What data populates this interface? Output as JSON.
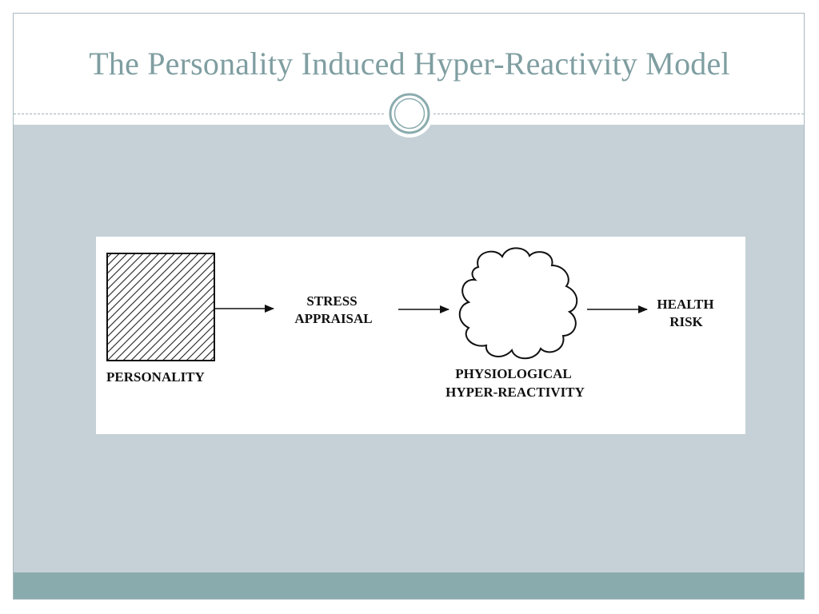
{
  "slide": {
    "title": "The Personality Induced Hyper-Reactivity Model"
  },
  "diagram": {
    "nodes": {
      "personality": "PERSONALITY",
      "stress_line1": "STRESS",
      "stress_line2": "APPRAISAL",
      "physio_line1": "PHYSIOLOGICAL",
      "physio_line2": "HYPER-REACTIVITY",
      "health_line1": "HEALTH",
      "health_line2": "RISK"
    },
    "edges": [
      {
        "from": "personality",
        "to": "stress_appraisal"
      },
      {
        "from": "stress_appraisal",
        "to": "physiological_hyper_reactivity"
      },
      {
        "from": "physiological_hyper_reactivity",
        "to": "health_risk"
      }
    ]
  },
  "colors": {
    "title": "#7f9ea1",
    "content_background": "#c5d1d7",
    "footer": "#8aabad"
  }
}
